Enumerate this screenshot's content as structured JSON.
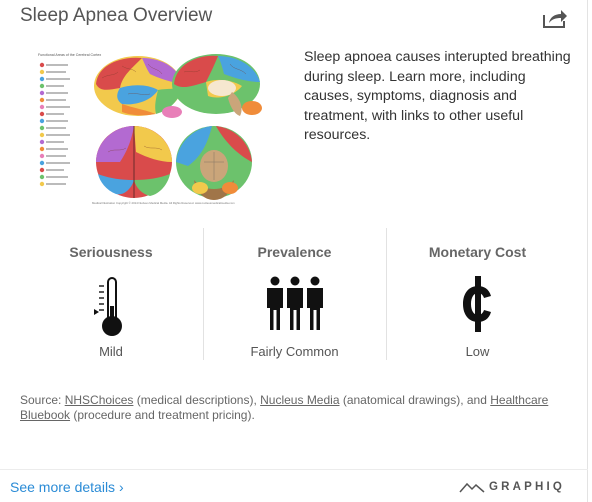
{
  "title": "Sleep Apnea Overview",
  "description": "Sleep apnoea causes interupted breathing during sleep. Learn more, including causes, symptoms, diagnosis and treatment, with links to other useful resources.",
  "brain_image": {
    "icon": "brain-diagram-image",
    "header_text": "Functional Areas of the Cerebral Cortex",
    "credit": "Medical Illustration Copyright © 2014 Nucleus Medical Media. All Rights Reserved. www.nucleusmedicalmedia.com",
    "colors": [
      "#d94b4b",
      "#f2c94c",
      "#4aa3df",
      "#6cc26c",
      "#b36ad1",
      "#f08c3a",
      "#e87fb8"
    ]
  },
  "stats": [
    {
      "label": "Seriousness",
      "value": "Mild",
      "icon": "thermometer-icon"
    },
    {
      "label": "Prevalence",
      "value": "Fairly Common",
      "icon": "people-icon"
    },
    {
      "label": "Monetary Cost",
      "value": "Low",
      "icon": "cent-icon"
    }
  ],
  "source": {
    "prefix": "Source: ",
    "link1": "NHSChoices",
    "text1": " (medical descriptions), ",
    "link2": "Nucleus Media",
    "text2": " (anatomical drawings), and ",
    "link3": "Healthcare Bluebook",
    "text3": " (procedure and treatment pricing)."
  },
  "footer": {
    "more_label": "See more details ›",
    "brand": "GRAPHIQ"
  }
}
